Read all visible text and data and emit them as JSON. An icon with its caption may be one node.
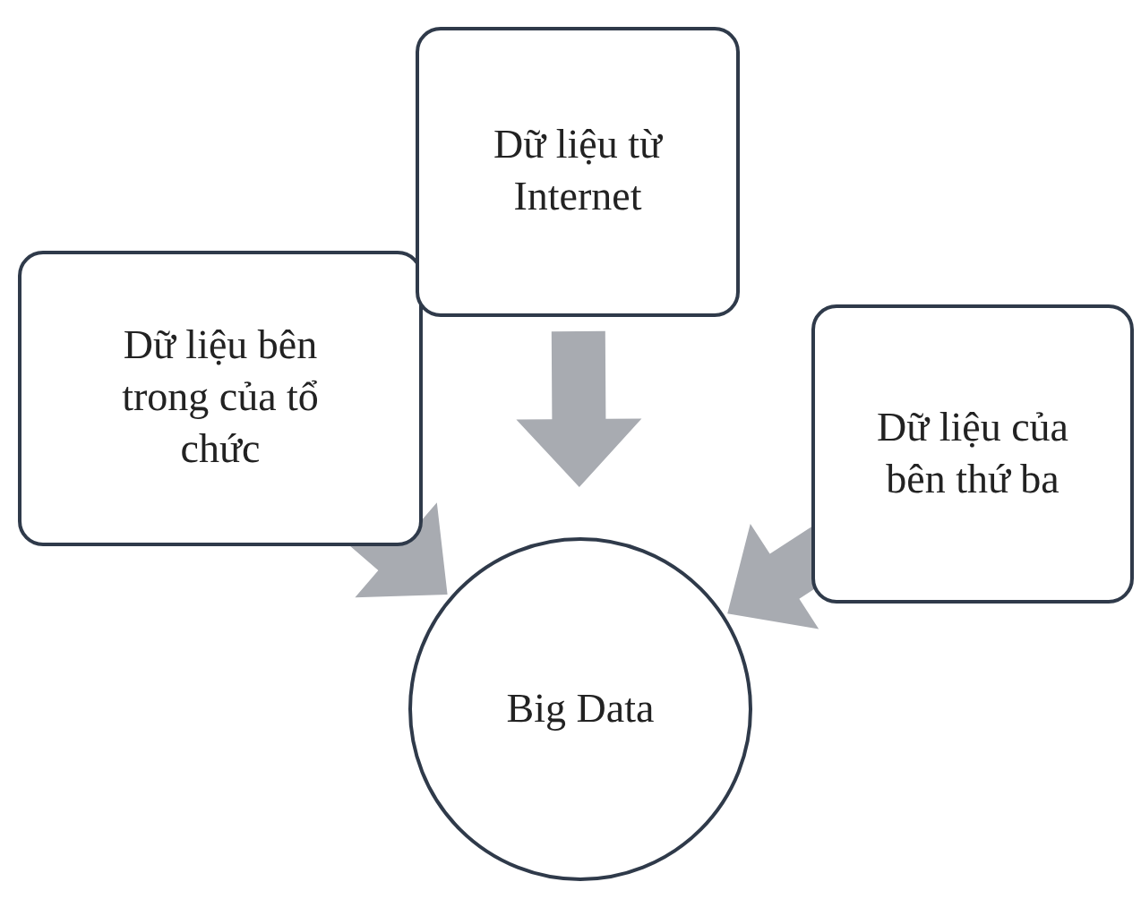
{
  "diagram": {
    "nodes": [
      {
        "text": [
          "Dữ liệu bên trong của tổ chức"
        ]
      },
      {
        "text": [
          "Dữ liệu từ Internet"
        ]
      },
      {
        "text": [
          "Dữ liệu của bên thứ ba"
        ]
      },
      {
        "text": [
          "Big Data"
        ]
      }
    ],
    "edges": [
      {
        "from": 0,
        "to": 3,
        "arrow": "to"
      },
      {
        "from": 1,
        "to": 3,
        "arrow": "to"
      },
      {
        "from": 2,
        "to": 3,
        "arrow": "to"
      }
    ]
  }
}
